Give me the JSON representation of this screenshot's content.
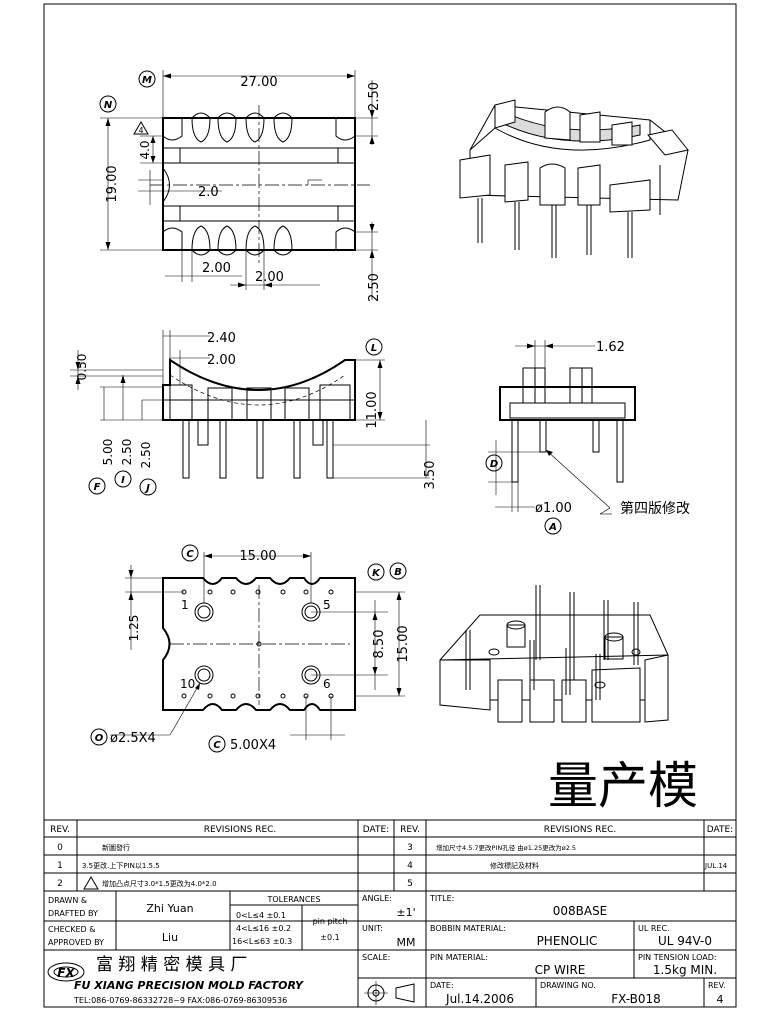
{
  "dimensions": {
    "top_width": "27.00",
    "top_right_upper": "2.50",
    "top_left_height": "19.00",
    "top_left_inner": "4.0",
    "top_slot": "2.0",
    "top_bottom_left": "2.00",
    "top_bottom_mid": "2.00",
    "top_right_lower": "2.50",
    "side_a": "2.40",
    "side_b": "2.00",
    "side_c": "0.50",
    "side_d": "5.00",
    "side_e": "2.50",
    "side_f": "2.50",
    "side_height": "11.00",
    "side_pin": "3.50",
    "end_pin_width": "1.62",
    "end_pin_dia": "ø1.00",
    "bottom_width": "15.00",
    "bottom_left": "1.25",
    "bottom_inner": "8.50",
    "bottom_height": "15.00",
    "bottom_holes": "ø2.5X4",
    "bottom_pitch": "5.00X4"
  },
  "balloons": {
    "m": "M",
    "n": "N",
    "l": "L",
    "f": "F",
    "i": "I",
    "j": "J",
    "d": "D",
    "a": "A",
    "c1": "C",
    "c2": "C",
    "k": "K",
    "b": "B",
    "o": "O"
  },
  "pins": {
    "p1": "1",
    "p5": "5",
    "p10": "10",
    "p6": "6"
  },
  "note_revision": "第四版修改",
  "stamp": "量产模",
  "title_block": {
    "rev_header": "REV.",
    "revisions_header": "REVISIONS   REC.",
    "date_header": "DATE:",
    "left_revs": [
      {
        "rev": "0",
        "text": "新圖發行",
        "date": ""
      },
      {
        "rev": "1",
        "text": "3.5更改.上下PIN以1.5.5",
        "date": ""
      },
      {
        "rev": "2",
        "text": "增加凸点尺寸3.0*1.5更改为4.0*2.0",
        "date": ""
      }
    ],
    "right_revs": [
      {
        "rev": "3",
        "text": "增加尺寸4.5.7更改PIN孔径 由ø1.25更改为ø2.5",
        "date": ""
      },
      {
        "rev": "4",
        "text": "修改標記及材料",
        "date": "JUL.14"
      },
      {
        "rev": "5",
        "text": "",
        "date": ""
      }
    ],
    "drawn_label": "DRAWN  &\nDRAFTED  BY",
    "drawn_by": "Zhi Yuan",
    "checked_label": "CHECKED  &\nAPPROVED  BY",
    "checked_by": "Liu",
    "tolerances_label": "TOLERANCES",
    "tol_1": "0<L≤4   ±0.1",
    "tol_2": "4<L≤16  ±0.2",
    "tol_3": "16<L≤63  ±0.3",
    "pin_pitch_label": "pin  pitch",
    "pin_pitch_value": "±0.1",
    "angle_label": "ANGLE:",
    "angle_value": "±1'",
    "unit_label": "UNIT:",
    "unit_value": "MM",
    "scale_label": "SCALE:",
    "title_label": "TITLE:",
    "title_value": "008BASE",
    "bobbin_label": "BOBBIN  MATERIAL:",
    "bobbin_value": "PHENOLIC",
    "ul_label": "UL  REC.",
    "ul_value": "UL  94V-0",
    "pin_mat_label": "PIN  MATERIAL:",
    "pin_mat_value": "CP  WIRE",
    "tension_label": "PIN  TENSION  LOAD:",
    "tension_value": "1.5kg  MIN.",
    "date_label": "DATE:",
    "date_value": "Jul.14.2006",
    "drawing_no_label": "DRAWING  NO.",
    "drawing_no_value": "FX-B018",
    "rev_label": "REV.",
    "rev_value": "4",
    "company_cn": "富 翔 精 密 模 具 厂",
    "company_en": "FU  XIANG  PRECISION  MOLD  FACTORY",
    "company_contact": "TEL:086-0769-86332728~9  FAX:086-0769-86309536",
    "logo_text": "FX"
  }
}
